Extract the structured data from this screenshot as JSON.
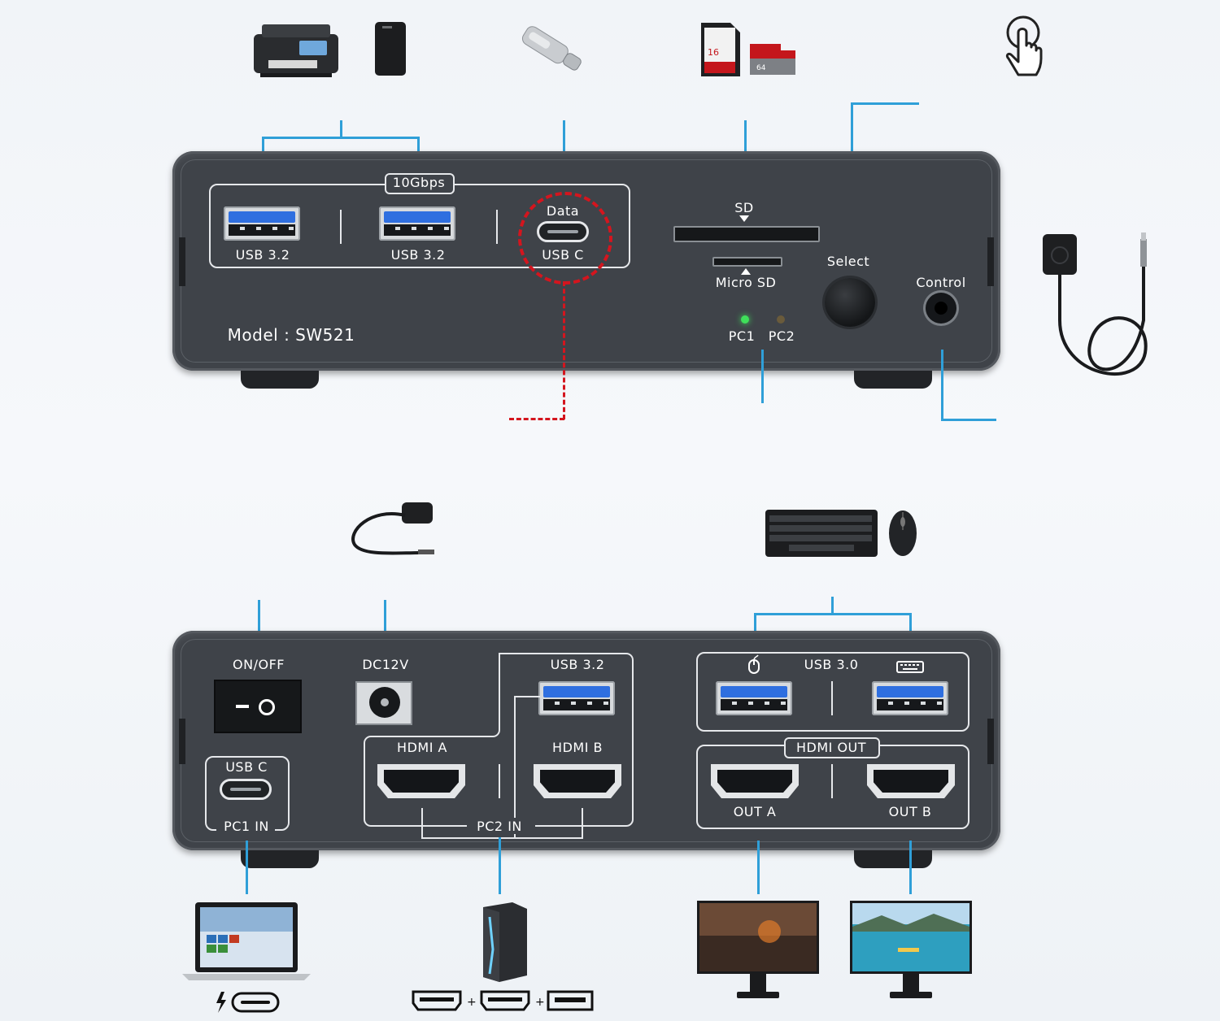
{
  "front": {
    "bandwidth": "10Gbps",
    "usb_port_1": "USB 3.2",
    "usb_port_2": "USB 3.2",
    "data_label": "Data",
    "usbc_label": "USB C",
    "sd_label": "SD",
    "microsd_label": "Micro SD",
    "select_label": "Select",
    "control_label": "Control",
    "pc1_label": "PC1",
    "pc2_label": "PC2",
    "model": "Model : SW521"
  },
  "back": {
    "onoff_label": "ON/OFF",
    "dc_label": "DC12V",
    "usb32_label": "USB 3.2",
    "usb30_label": "USB 3.0",
    "hdmi_a_label": "HDMI A",
    "hdmi_b_label": "HDMI B",
    "pc2_in_label": "PC2 IN",
    "usbc_label": "USB C",
    "pc1_in_label": "PC1 IN",
    "hdmi_out_label": "HDMI OUT",
    "out_a_label": "OUT A",
    "out_b_label": "OUT B"
  },
  "colors": {
    "panel": "#3f4349",
    "leader": "#2f9fd8",
    "highlight": "#d4151e",
    "led_on": "#3fe05a"
  }
}
